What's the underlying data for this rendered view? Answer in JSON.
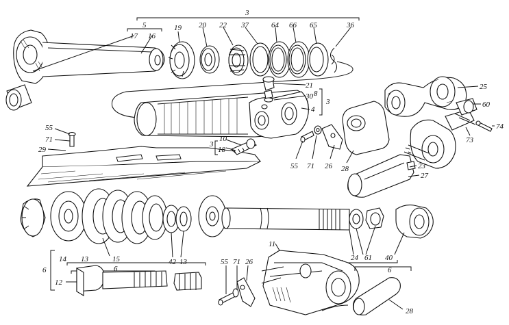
{
  "labels": {
    "l3top": "3",
    "l5": "5",
    "l17": "17",
    "l16": "16",
    "l19": "19",
    "l20": "20",
    "l22": "22",
    "l37": "37",
    "l64": "64",
    "l66": "66",
    "l65": "65",
    "l36": "36",
    "l21": "21",
    "l30": "30",
    "l8": "8",
    "l4": "4",
    "l3mid": "3",
    "l25": "25",
    "l60": "60",
    "l74": "74",
    "l73": "73",
    "l55a": "55",
    "l71a": "71",
    "l29": "29",
    "l3left": "3",
    "l10": "10",
    "l18": "18",
    "l55b": "55",
    "l71b": "71",
    "l26a": "26",
    "l28a": "28",
    "l23": "23",
    "l27": "27",
    "l15": "15",
    "l42": "42",
    "l13a": "13",
    "l24": "24",
    "l61": "61",
    "l40": "40",
    "l6left": "6",
    "l14": "14",
    "l13b": "13",
    "l6mid": "6",
    "l12": "12",
    "l11": "11",
    "l55c": "55",
    "l71c": "71",
    "l26b": "26",
    "l6right": "6",
    "l28b": "28"
  }
}
